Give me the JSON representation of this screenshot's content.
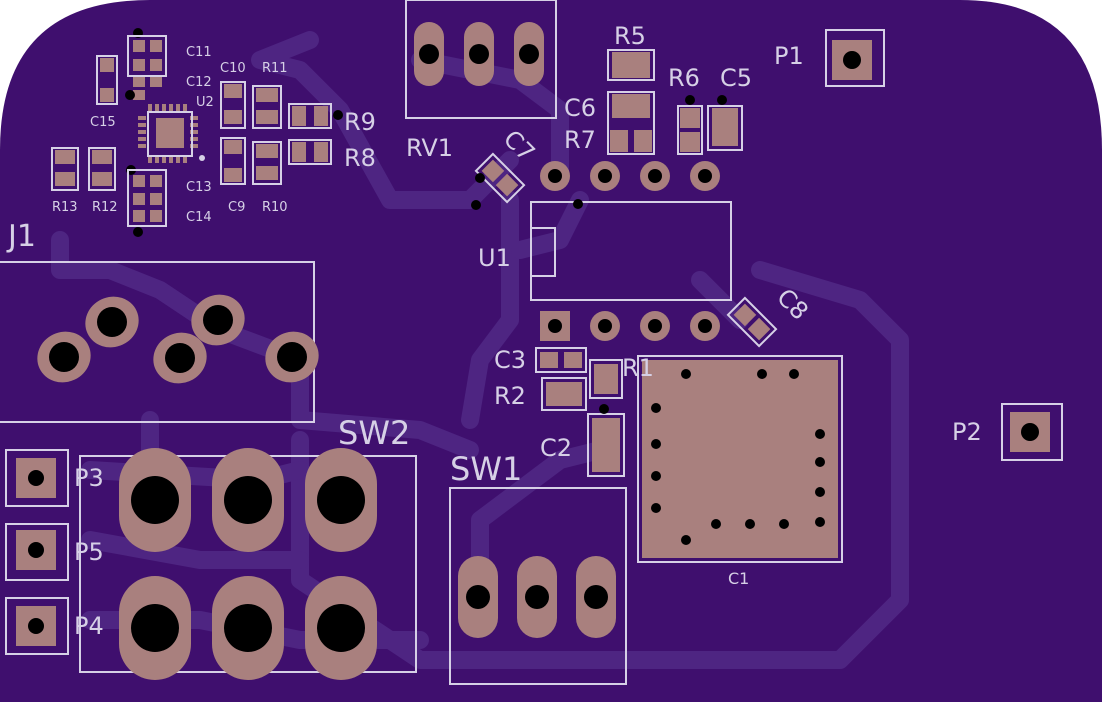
{
  "board": {
    "colors": {
      "substrate": "#3f0f6e",
      "trace": "#4e2582",
      "pad": "#a9807e",
      "silk": "#d6d0e6",
      "hole": "#000000"
    }
  },
  "labels": {
    "c11": "C11",
    "c12": "C12",
    "c10": "C10",
    "r11": "R11",
    "u2": "U2",
    "r9": "R9",
    "r8": "R8",
    "c15": "C15",
    "r13": "R13",
    "r12": "R12",
    "c13": "C13",
    "c14": "C14",
    "c9": "C9",
    "r10": "R10",
    "rv1": "RV1",
    "c7": "C7",
    "r5": "R5",
    "r6": "R6",
    "c5": "C5",
    "c6": "C6",
    "r7": "R7",
    "p1": "P1",
    "u1": "U1",
    "c8": "C8",
    "j1": "J1",
    "c3": "C3",
    "r2": "R2",
    "r1": "R1",
    "c2": "C2",
    "sw2": "SW2",
    "sw1": "SW1",
    "c1": "C1",
    "p2": "P2",
    "p3": "P3",
    "p5": "P5",
    "p4": "P4"
  }
}
